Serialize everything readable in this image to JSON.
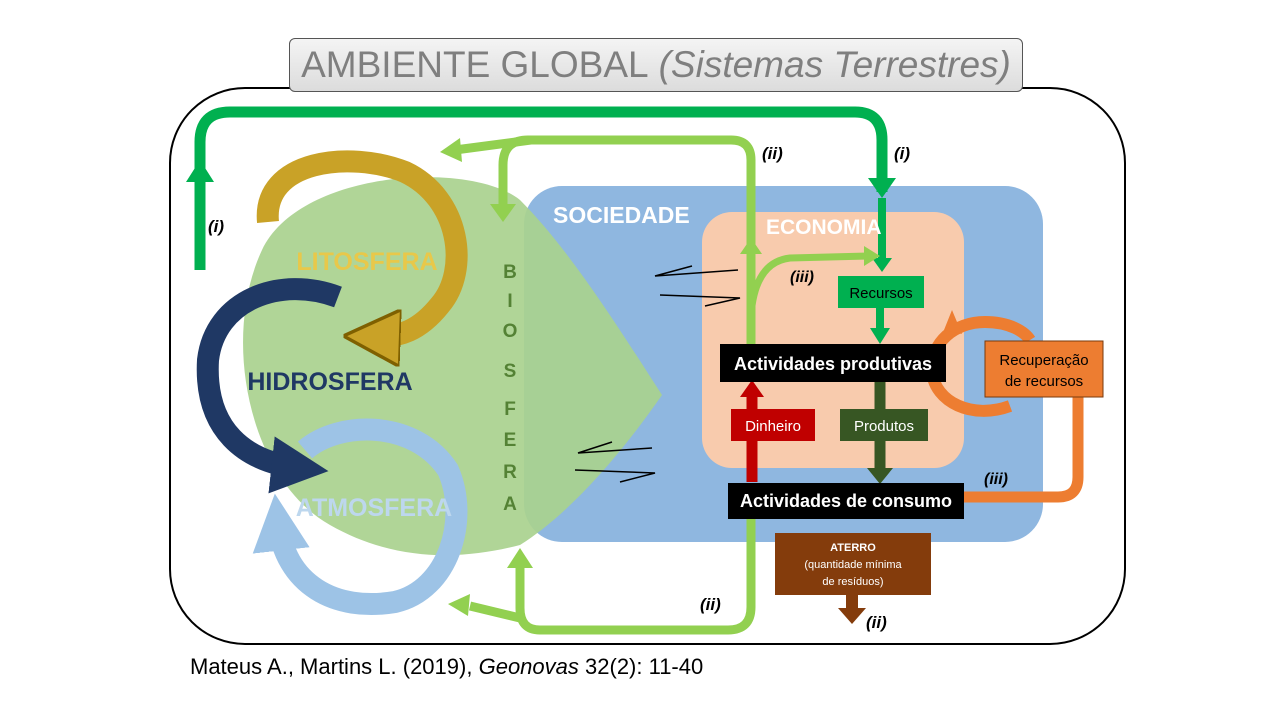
{
  "title": {
    "main": "AMBIENTE GLOBAL",
    "sub": "(Sistemas Terrestres)"
  },
  "spheres": {
    "litosfera": "LITOSFERA",
    "hidrosfera": "HIDROSFERA",
    "atmosfera": "ATMOSFERA",
    "biosfera_letters": [
      "B",
      "I",
      "O",
      "S",
      "F",
      "E",
      "R",
      "A"
    ]
  },
  "regions": {
    "sociedade": "SOCIEDADE",
    "economia": "ECONOMIA"
  },
  "boxes": {
    "recursos": "Recursos",
    "actividades_produtivas": "Actividades produtivas",
    "dinheiro": "Dinheiro",
    "produtos": "Produtos",
    "actividades_consumo": "Actividades de consumo",
    "recuperacao_line1": "Recuperação",
    "recuperacao_line2": "de recursos",
    "aterro_title": "ATERRO",
    "aterro_line1": "(quantidade mínima",
    "aterro_line2": "de resíduos)"
  },
  "flow_labels": {
    "i_left": "(i)",
    "i_top": "(i)",
    "ii_top": "(ii)",
    "iii_econ": "(iii)",
    "iii_right": "(iii)",
    "ii_bottom": "(ii)",
    "ii_aterro": "(ii)"
  },
  "citation": {
    "authors": "Mateus A., Martins L. (2019),",
    "journal": "Geonovas",
    "ref": "32(2): 11-40"
  },
  "colors": {
    "dark_green": "#00b050",
    "light_green": "#92d050",
    "leaf_green": "#a9d18e",
    "sociedade_blue": "#8fb7e0",
    "economia_peach": "#f8cbad",
    "gold": "#c9a227",
    "navy": "#1f3864",
    "light_blue": "#9dc3e6",
    "orange": "#ed7d31",
    "red": "#c00000",
    "olive": "#375623",
    "brown": "#843c0c"
  }
}
